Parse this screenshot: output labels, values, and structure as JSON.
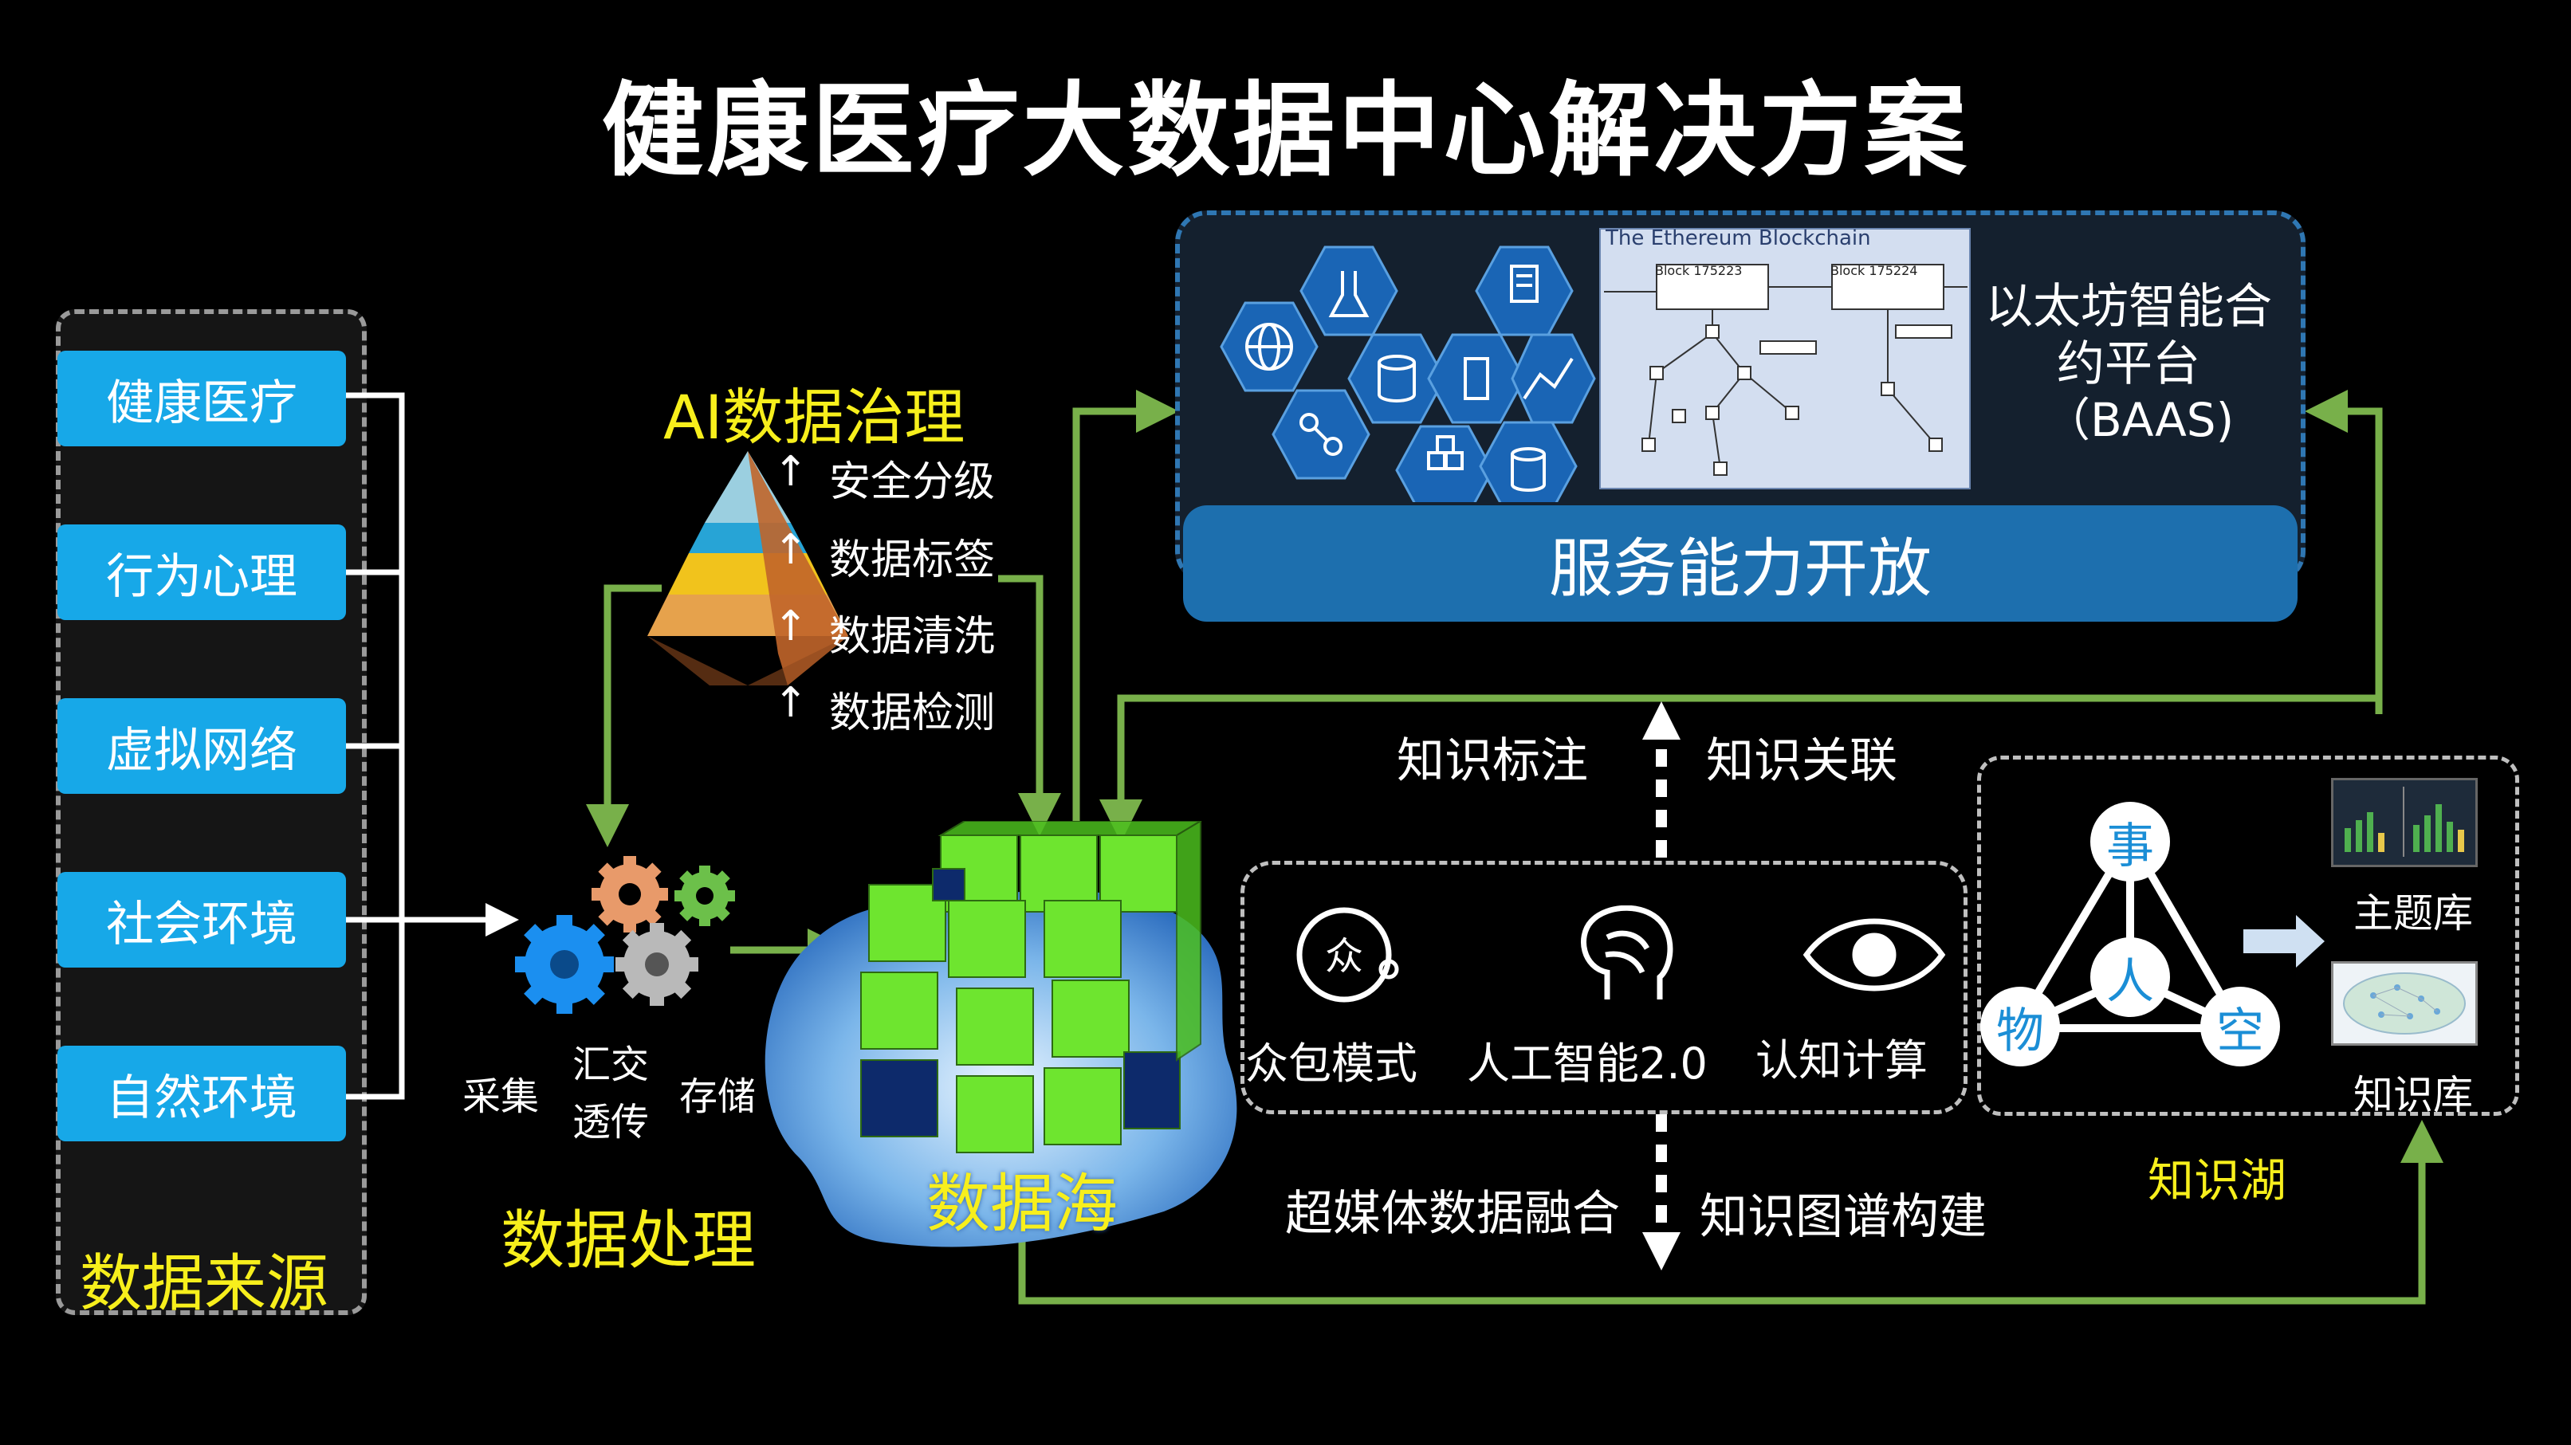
{
  "title": "健康医疗大数据中心解决方案",
  "sources": {
    "items": [
      "健康医疗",
      "行为心理",
      "虚拟网络",
      "社会环境",
      "自然环境"
    ],
    "caption": "数据来源"
  },
  "governance": {
    "title": "AI数据治理",
    "levels": [
      "安全分级",
      "数据标签",
      "数据清洗",
      "数据检测"
    ],
    "arrow": "↑"
  },
  "processing": {
    "steps": [
      "采集",
      "汇交",
      "透传",
      "存储"
    ],
    "caption": "数据处理"
  },
  "data_sea": {
    "caption": "数据海"
  },
  "service": {
    "blockchain_title": "The Ethereum Blockchain",
    "blocks": [
      "Block 175223",
      "Block 175224"
    ],
    "platform_lines": [
      "以太坊智能合",
      "约平台",
      "（BAAS)"
    ],
    "bar_label": "服务能力开放"
  },
  "knowledge": {
    "top_left": "知识标注",
    "top_right": "知识关联",
    "bottom_left": "超媒体数据融合",
    "bottom_right": "知识图谱构建"
  },
  "ai_methods": {
    "items": [
      {
        "label": "众包模式",
        "icon": "crowdsourcing-icon",
        "glyph": "众"
      },
      {
        "label": "人工智能2.0",
        "icon": "brain-icon"
      },
      {
        "label": "认知计算",
        "icon": "eye-icon"
      }
    ]
  },
  "knowledge_lake": {
    "nodes": [
      "事",
      "人",
      "物",
      "空"
    ],
    "outputs": [
      "主题库",
      "知识库"
    ],
    "caption": "知识湖"
  },
  "colors": {
    "background": "#000000",
    "source_button": "#17a8e8",
    "caption_yellow": "#f7ef1c",
    "arrow_green": "#78b04a",
    "service_bar": "#1d6fae",
    "cube_green": "#6ee52f",
    "cube_navy": "#0d2a6b"
  }
}
